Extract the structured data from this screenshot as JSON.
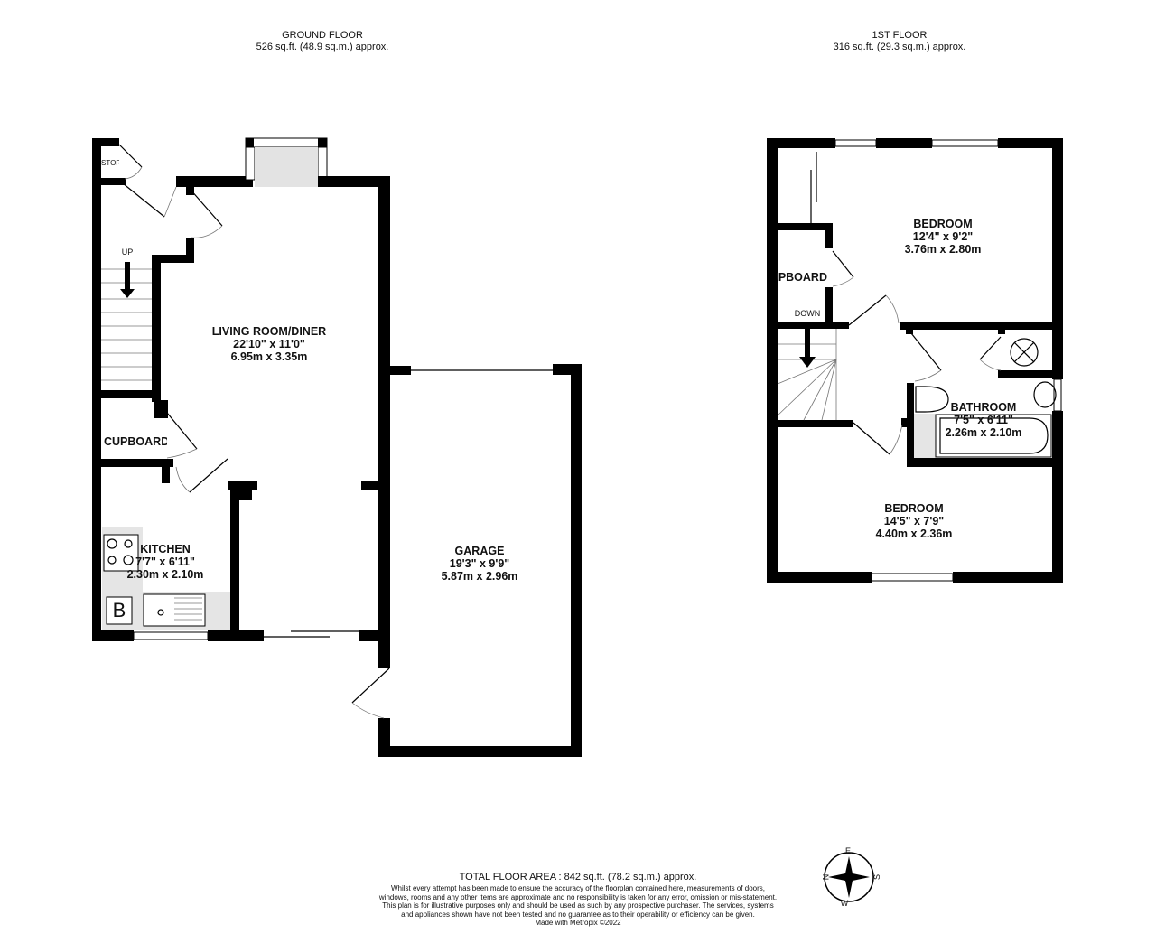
{
  "ground_floor": {
    "title": "GROUND FLOOR",
    "area": "526 sq.ft. (48.9 sq.m.) approx.",
    "rooms": [
      {
        "name": "LIVING ROOM/DINER",
        "imperial": "22'10\"  x 11'0\"",
        "metric": "6.95m  x 3.35m"
      },
      {
        "name": "KITCHEN",
        "imperial": "7'7\"  x 6'11\"",
        "metric": "2.30m  x 2.10m"
      },
      {
        "name": "GARAGE",
        "imperial": "19'3\"  x 9'9\"",
        "metric": "5.87m  x 2.96m"
      },
      {
        "name": "CUPBOARD"
      }
    ],
    "store_label": "STORE",
    "stairs_label": "UP",
    "boiler_label": "B"
  },
  "first_floor": {
    "title": "1ST FLOOR",
    "area": "316 sq.ft. (29.3 sq.m.) approx.",
    "rooms": [
      {
        "name": "BEDROOM",
        "imperial": "12'4\"  x 9'2\"",
        "metric": "3.76m  x 2.80m"
      },
      {
        "name": "BATHROOM",
        "imperial": "7'5\"  x 6'11\"",
        "metric": "2.26m  x 2.10m"
      },
      {
        "name": "BEDROOM",
        "imperial": "14'5\"  x 7'9\"",
        "metric": "4.40m  x 2.36m"
      },
      {
        "name": "CUPBOARD"
      }
    ],
    "stairs_label": "DOWN"
  },
  "compass": {
    "labels": [
      "N",
      "E",
      "S",
      "W"
    ]
  },
  "footer": {
    "total": "TOTAL FLOOR AREA : 842 sq.ft. (78.2 sq.m.) approx.",
    "disclaimer": "Whilst every attempt has been made to ensure the accuracy of the floorplan contained here, measurements of doors, windows, rooms and any other items are approximate and no responsibility is taken for any error, omission or mis-statement. This plan is for illustrative purposes only and should be used as such by any prospective purchaser. The services, systems and appliances shown have not been tested and no guarantee as to their operability or efficiency can be given.",
    "credit": "Made with Metropix ©2022"
  }
}
